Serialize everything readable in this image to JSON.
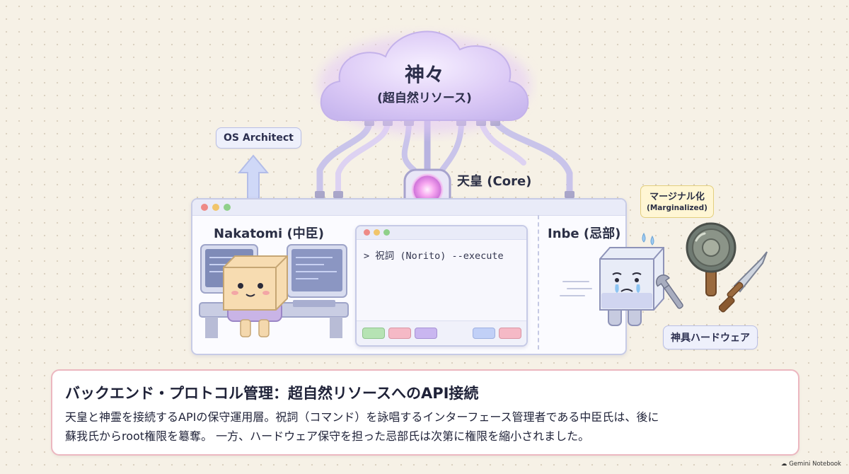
{
  "cloud": {
    "title": "神々",
    "subtitle": "(超自然リソース)"
  },
  "os_architect_label": "OS Architect",
  "core_label": "天皇 (Core)",
  "marginalized": {
    "line1": "マージナル化",
    "line2": "(Marginalized)"
  },
  "main_window": {
    "nakatomi_label": "Nakatomi (中臣)",
    "inbe_label": "Inbe (忌部)"
  },
  "terminal": {
    "command": "> 祝詞 (Norito) --execute"
  },
  "hardware_label": "神具ハードウェア",
  "panel": {
    "title": "バックエンド・プロトコル管理：超自然リソースへのAPI接続",
    "body_line1": "天皇と神霊を接続するAPIの保守運用層。祝詞（コマンド）を詠唱するインターフェース管理者である中臣氏は、後に",
    "body_line2": "蘇我氏からroot権限を簒奪。 一方、ハードウェア保守を担った忌部氏は次第に権限を縮小されました。"
  },
  "footer": {
    "brand": "Gemini Notebook"
  },
  "colors": {
    "cloud": "#d9c8f5",
    "core_glow": "#f08ae6",
    "window_border": "#c7cbe6",
    "panel_border": "#ecb7c0",
    "arrow": "#c9d3f7"
  },
  "icons": [
    "cloud-icon",
    "core-orb-icon",
    "arrow-up-icon",
    "nakatomi-character-icon",
    "inbe-character-icon",
    "mirror-icon",
    "sword-icon",
    "wrench-icon",
    "sweat-drops-icon"
  ]
}
